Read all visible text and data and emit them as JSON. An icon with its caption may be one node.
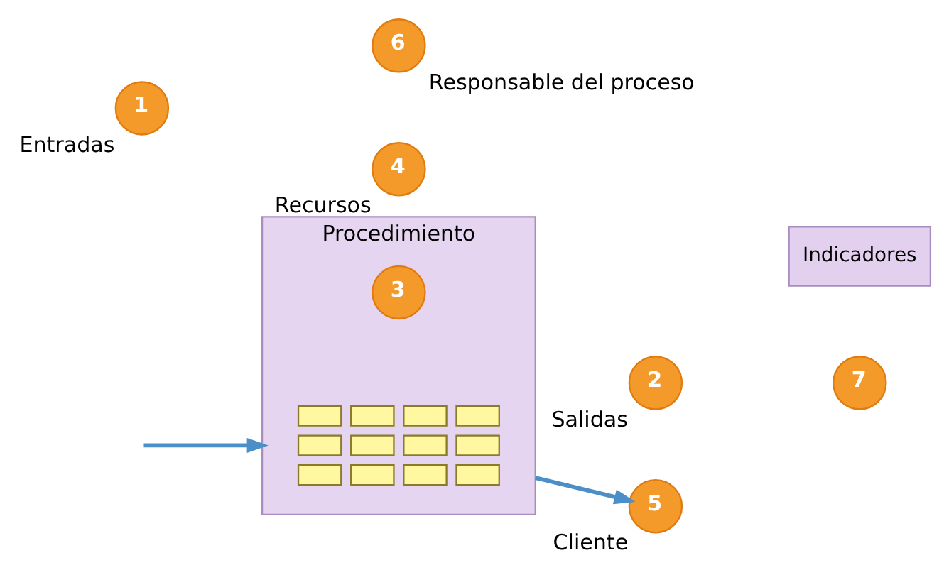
{
  "diagram": {
    "nodes": [
      {
        "text": [
          "7"
        ]
      },
      {
        "text": [
          "Indicadores"
        ]
      },
      {
        "text": [
          "6"
        ],
        "beside": [
          "Responsable del proceso"
        ]
      },
      {
        "text": [
          "1"
        ],
        "beside": [
          "Entradas"
        ]
      },
      {
        "text": [
          "Procedimiento"
        ]
      },
      {
        "text": [
          "3"
        ],
        "in": 4
      },
      {
        "text": [],
        "shape": "picture",
        "in": 4
      },
      {
        "text": [
          "2"
        ],
        "beside": [
          "Salidas"
        ]
      },
      {
        "text": [
          "5"
        ],
        "beside": [
          "Cliente"
        ]
      },
      {
        "text": [
          "4"
        ],
        "beside": [
          "Recursos"
        ]
      }
    ],
    "edges": [
      {
        "from": null,
        "to": 4,
        "arrow": "to"
      },
      {
        "from": 4,
        "to": 8,
        "arrow": "to"
      }
    ]
  }
}
